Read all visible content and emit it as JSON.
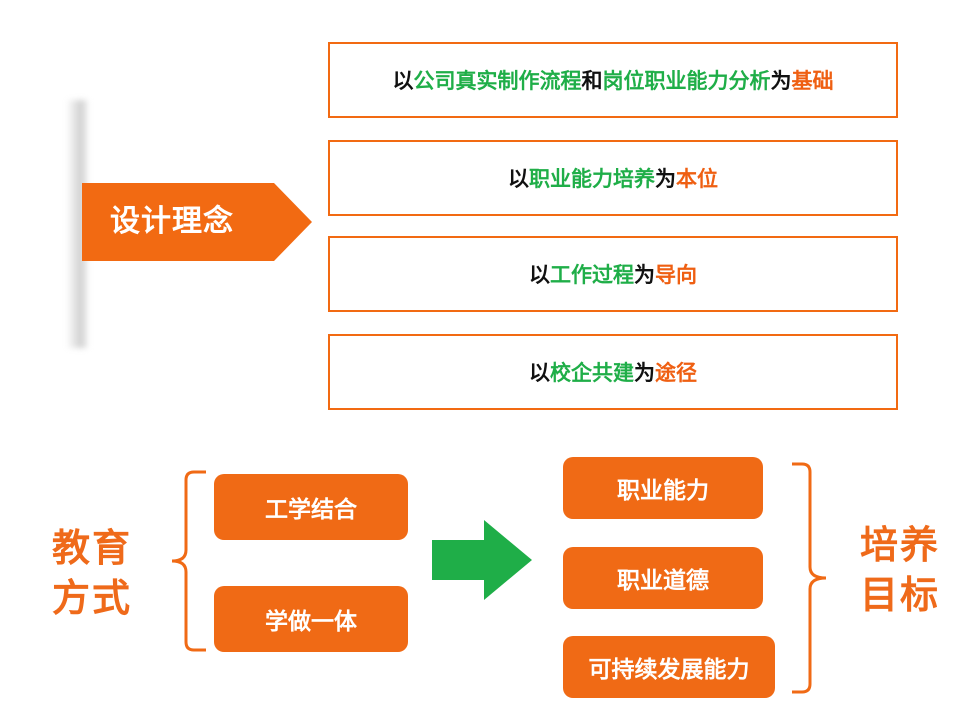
{
  "design": {
    "label": "设计理念",
    "principles": [
      {
        "segments": [
          {
            "text": "以",
            "color": "black"
          },
          {
            "text": "公司真实制作流程",
            "color": "green"
          },
          {
            "text": "和",
            "color": "black"
          },
          {
            "text": "岗位职业能力分析",
            "color": "green"
          },
          {
            "text": "为",
            "color": "black"
          },
          {
            "text": "基础",
            "color": "orange"
          }
        ]
      },
      {
        "segments": [
          {
            "text": "以",
            "color": "black"
          },
          {
            "text": "职业能力培养",
            "color": "green"
          },
          {
            "text": "为",
            "color": "black"
          },
          {
            "text": "本位",
            "color": "orange"
          }
        ]
      },
      {
        "segments": [
          {
            "text": "以",
            "color": "black"
          },
          {
            "text": "工作过程",
            "color": "green"
          },
          {
            "text": "为",
            "color": "black"
          },
          {
            "text": "导向",
            "color": "orange"
          }
        ]
      },
      {
        "segments": [
          {
            "text": "以",
            "color": "black"
          },
          {
            "text": "校企共建",
            "color": "green"
          },
          {
            "text": "为",
            "color": "black"
          },
          {
            "text": "途径",
            "color": "orange"
          }
        ]
      }
    ]
  },
  "education": {
    "label_line1": "教育",
    "label_line2": "方式",
    "methods": [
      "工学结合",
      "学做一体"
    ]
  },
  "goals": {
    "label_line1": "培养",
    "label_line2": "目标",
    "items": [
      "职业能力",
      "职业道德",
      "可持续发展能力"
    ]
  },
  "colors": {
    "orange": "#f06a15",
    "green": "#1fae48",
    "black": "#111111"
  }
}
